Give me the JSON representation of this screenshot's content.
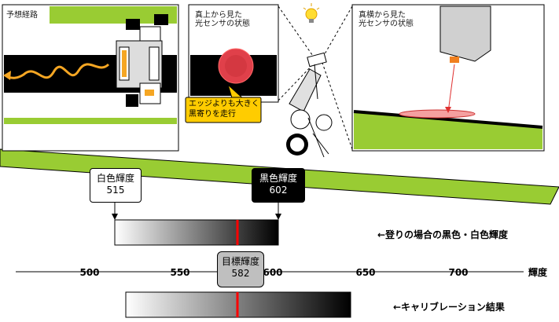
{
  "panels": {
    "route": {
      "title": "予想経路"
    },
    "top_view": {
      "title": "真上から見た\n光センサの状態"
    },
    "side_view": {
      "title": "真横から見た\n光センサの状態"
    }
  },
  "annotation": {
    "text": "エッジよりも大きく\n黒寄りを走行"
  },
  "brightness": {
    "white": {
      "label": "白色輝度",
      "value": "515"
    },
    "black": {
      "label": "黒色輝度",
      "value": "602"
    },
    "target": {
      "label": "目標輝度",
      "value": "582"
    },
    "climb_caption": "←登りの場合の黒色・白色輝度",
    "calibration_caption": "←キャリブレーション結果"
  },
  "axis": {
    "unit_label": "輝度",
    "ticks": [
      "500",
      "550",
      "600",
      "650",
      "700"
    ]
  },
  "colors": {
    "green": "#99cc33",
    "black_band": "#000000",
    "route_arrow": "#f5a623",
    "red_line": "#ff0000",
    "callout_yellow": "#ffcc00",
    "target_box": "#bfbfbf"
  },
  "icons": [
    "light-bulb-icon",
    "robot-icon"
  ]
}
